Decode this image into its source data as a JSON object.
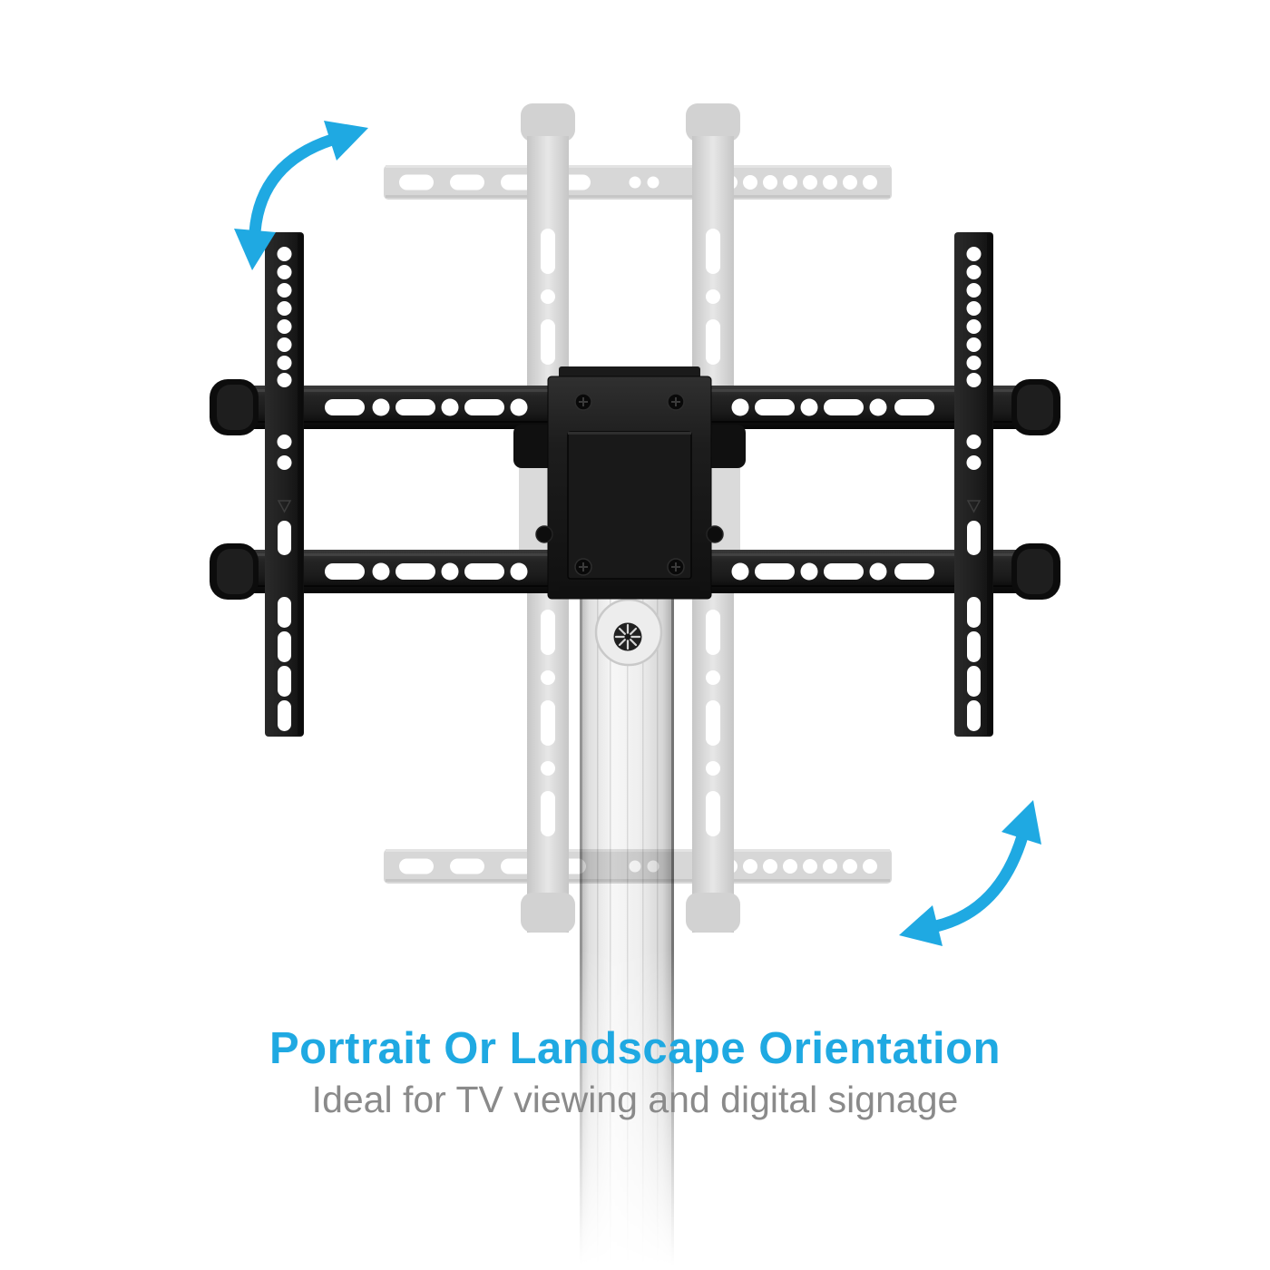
{
  "page": {
    "background_color": "#FFFFFF"
  },
  "caption": {
    "title": "Portrait Or Landscape Orientation",
    "subtitle": "Ideal for TV viewing and digital signage",
    "title_color": "#1FA9E2",
    "subtitle_color": "#8A8A8A"
  },
  "illustration": {
    "subject": "TV floor-stand mount shown in solid black landscape orientation with a faded gray portrait orientation behind it; curved blue arrows indicate 90-degree rotation",
    "colors": {
      "arrow_blue": "#1FA9E2",
      "mount_black": "#1B1B1B",
      "ghost_gray": "#D7D7D7",
      "pole_silver": "#ECECEC"
    }
  }
}
